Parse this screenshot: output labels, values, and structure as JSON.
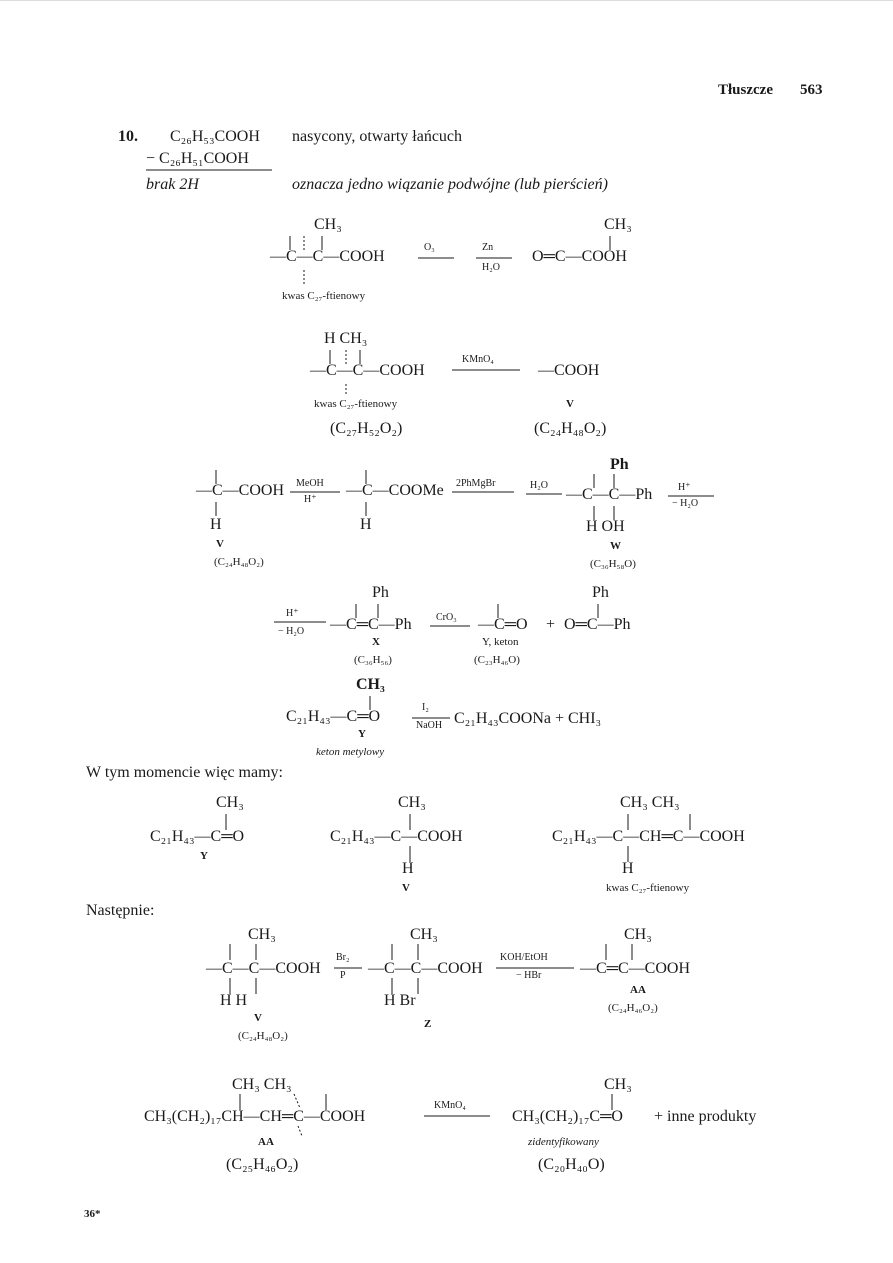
{
  "header": {
    "title": "Tłuszcze",
    "page_number": "563"
  },
  "footer": {
    "signature": "36*"
  },
  "problem": {
    "number": "10.",
    "line1_formula": "C₂₆H₅₃COOH",
    "line1_desc": "nasycony, otwarty łańcuch",
    "line2_formula": "− C₂₆H₅₁COOH",
    "line3_label": "brak 2H",
    "line3_desc": "oznacza jedno wiązanie podwójne (lub pierścień)"
  },
  "r1": {
    "ch3_left": "CH₃",
    "frag_left": "—C—C—COOH",
    "reagent1": "O₃",
    "reagent2_top": "Zn",
    "reagent2_bot": "H₂O",
    "ch3_right": "CH₃",
    "frag_right": "O═C—COOH",
    "caption": "kwas C₂₇-ftienowy"
  },
  "r2": {
    "h_ch3": "H  CH₃",
    "frag_left": "—C—C—COOH",
    "reagent": "KMnO₄",
    "frag_right": "—COOH",
    "v_label": "V",
    "caption": "kwas C₂₇-ftienowy",
    "formula_left": "(C₂₇H₅₂O₂)",
    "formula_right": "(C₂₄H₄₈O₂)"
  },
  "r3": {
    "frag1": "—C—COOH",
    "h1": "H",
    "v": "V",
    "f1": "(C₂₄H₄₈O₂)",
    "reag1_top": "MeOH",
    "reag1_bot": "H⁺",
    "frag2": "—C—COOMe",
    "h2": "H",
    "reag2": "2PhMgBr",
    "reag3": "H₂O",
    "ph": "Ph",
    "frag3": "—C—C—Ph",
    "h_oh": "H  OH",
    "w": "W",
    "f3": "(C₃₆H₅₈O)",
    "reag4_top": "H⁺",
    "reag4_bot": "− H₂O"
  },
  "r4": {
    "reag1_top": "H⁺",
    "reag1_bot": "− H₂O",
    "ph1": "Ph",
    "frag1": "—C═C—Ph",
    "x": "X",
    "fx": "(C₃₆H₅₆)",
    "reag2": "CrO₃",
    "frag2": "—C═O",
    "y": "Y, keton",
    "fy": "(C₂₃H₄₆O)",
    "plus": "+",
    "ph2": "Ph",
    "frag3": "O═C—Ph"
  },
  "r5": {
    "ch3": "CH₃",
    "frag1": "C₂₁H₄₃—C═O",
    "y": "Y",
    "caption": "keton metylowy",
    "reag_top": "I₂",
    "reag_bot": "NaOH",
    "products": "C₂₁H₄₃COONa + CHI₃"
  },
  "text1": "W tym momencie więc mamy:",
  "summary": {
    "s1_ch3": "CH₃",
    "s1_frag": "C₂₁H₄₃—C═O",
    "s1_lbl": "Y",
    "s2_ch3": "CH₃",
    "s2_frag": "C₂₁H₄₃—C—COOH",
    "s2_h": "H",
    "s2_lbl": "V",
    "s3_ch3": "CH₃   CH₃",
    "s3_frag": "C₂₁H₄₃—C—CH═C—COOH",
    "s3_h": "H",
    "s3_lbl": "kwas C₂₇-ftienowy"
  },
  "text2": "Następnie:",
  "r6": {
    "ch3_1": "CH₃",
    "frag1": "—C—C—COOH",
    "hh": "H  H",
    "v": "V",
    "f1": "(C₂₄H₄₈O₂)",
    "reag1_top": "Br₂",
    "reag1_bot": "P",
    "ch3_2": "CH₃",
    "frag2": "—C—C—COOH",
    "hbr": "H  Br",
    "z": "Z",
    "reag2_top": "KOH/EtOH",
    "reag2_bot": "− HBr",
    "ch3_3": "CH₃",
    "frag3": "—C═C—COOH",
    "aa": "AA",
    "f3": "(C₂₄H₄₆O₂)"
  },
  "r7": {
    "ch3_pair": "CH₃      CH₃",
    "frag1": "CH₃(CH₂)₁₇CH—CH═C—COOH",
    "aa": "AA",
    "f1": "(C₂₅H₄₆O₂)",
    "reagent": "KMnO₄",
    "ch3_r": "CH₃",
    "frag2": "CH₃(CH₂)₁₇C═O",
    "plus_other": "+  inne produkty",
    "caption": "zidentyfikowany",
    "f2": "(C₂₀H₄₀O)"
  }
}
